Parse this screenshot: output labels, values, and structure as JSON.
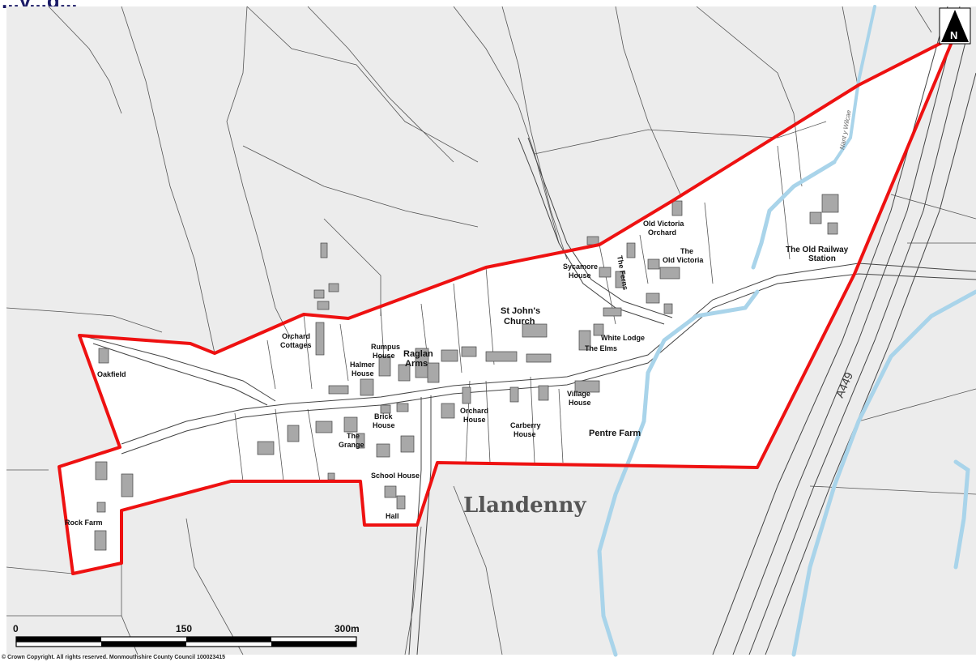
{
  "title": "...y...g...",
  "place_name": "Llandenny",
  "road_label": "A449",
  "stream_label": "Nant y Wilcae",
  "north_label": "N",
  "scale": {
    "start": "0",
    "mid": "150",
    "end": "300m"
  },
  "copyright": "© Crown Copyright.  All rights reserved. Monmouthshire County Council 100023415",
  "labels": {
    "oakfield": "Oakfield",
    "rock_farm": "Rock Farm",
    "orchard_cottages_1": "Orchard",
    "orchard_cottages_2": "Cottages",
    "halmer_1": "Halmer",
    "halmer_2": "House",
    "rumpus_1": "Rumpus",
    "rumpus_2": "House",
    "raglan_1": "Raglan",
    "raglan_2": "Arms",
    "brick_1": "Brick",
    "brick_2": "House",
    "grange_1": "The",
    "grange_2": "Grange",
    "school_house": "School House",
    "hall": "Hall",
    "orchard_house_1": "Orchard",
    "orchard_house_2": "House",
    "carberry_1": "Carberry",
    "carberry_2": "House",
    "village_1": "Village",
    "village_2": "House",
    "pentre_farm": "Pentre Farm",
    "st_johns_1": "St John's",
    "st_johns_2": "Church",
    "sycamore_1": "Sycamore",
    "sycamore_2": "House",
    "the_ferns": "The Ferns",
    "white_lodge": "White Lodge",
    "the_elms": "The Elms",
    "old_victoria_orchard_1": "Old Victoria",
    "old_victoria_orchard_2": "Orchard",
    "old_victoria_1": "The",
    "old_victoria_2": "Old Victoria",
    "railway_1": "The Old Railway",
    "railway_2": "Station"
  },
  "colors": {
    "boundary": "#ee1111",
    "stream": "#a9d4ea",
    "building": "#a8a8a8",
    "field_line": "#555555"
  }
}
